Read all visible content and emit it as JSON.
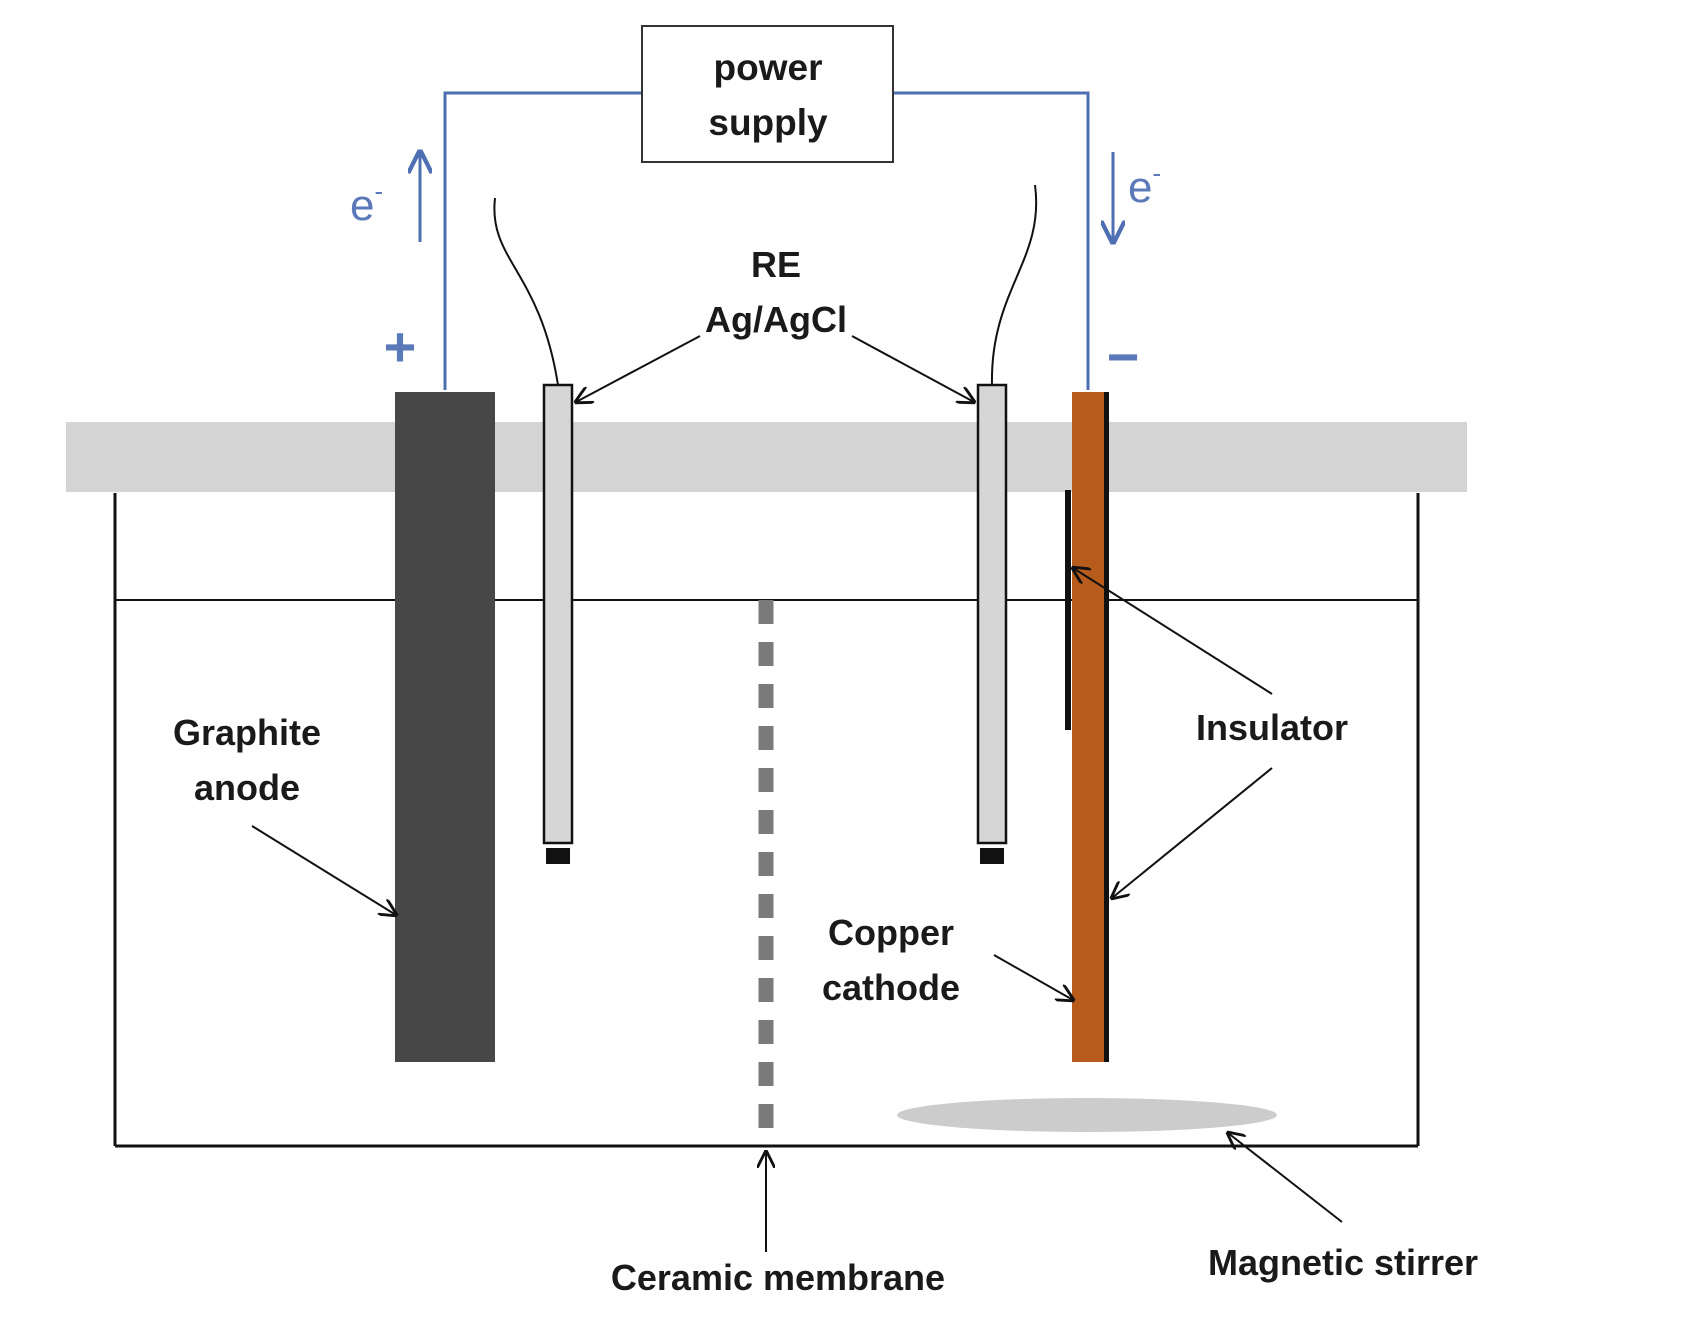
{
  "colors": {
    "wire": "#4f6fb3",
    "graphite": "#474747",
    "copper": "#b85c1e",
    "lid": "#d4d4d4",
    "electrode_fill": "#d6d6d6",
    "membrane": "#7a7a7a",
    "stirrer": "#cccccc"
  },
  "power_supply": {
    "line1": "power",
    "line2": "supply"
  },
  "reference_electrode": {
    "line1": "RE",
    "line2": "Ag/AgCl"
  },
  "anode": {
    "line1": "Graphite",
    "line2": "anode",
    "polarity": "+"
  },
  "cathode": {
    "line1": "Copper",
    "line2": "cathode",
    "polarity": "−"
  },
  "electron_left": {
    "symbol": "e",
    "sup": "-"
  },
  "electron_right": {
    "symbol": "e",
    "sup": "-"
  },
  "insulator": "Insulator",
  "membrane": "Ceramic membrane",
  "stirrer": "Magnetic stirrer"
}
